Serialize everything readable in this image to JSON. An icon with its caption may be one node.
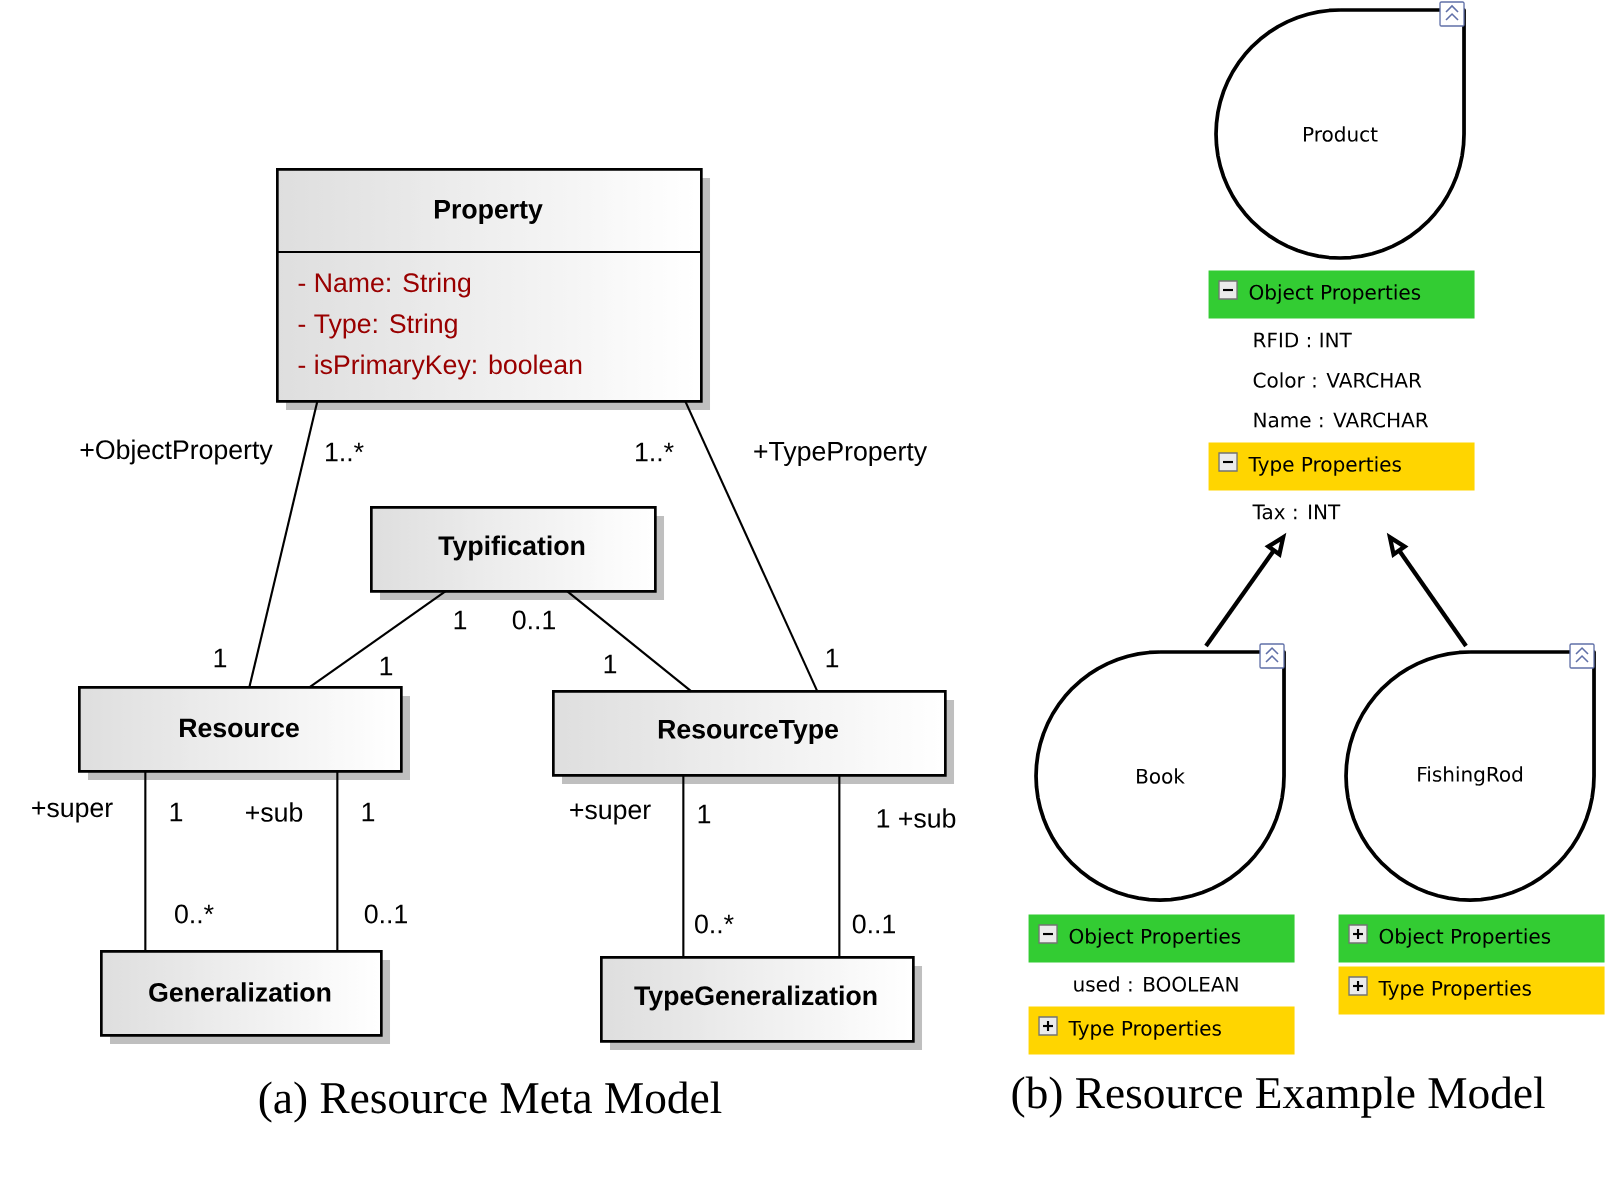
{
  "diagram": {
    "nodes": [
      {
        "text": [
          "Property",
          "- Name: String",
          "- Type: String",
          "- isPrimaryKey: boolean"
        ]
      },
      {
        "text": [
          "Typification"
        ]
      },
      {
        "text": [
          "Resource"
        ]
      },
      {
        "text": [
          "ResourceType"
        ]
      },
      {
        "text": [
          "Generalization"
        ]
      },
      {
        "text": [
          "TypeGeneralization"
        ]
      },
      {
        "text": [
          "Product"
        ]
      },
      {
        "text": [
          "Object Properties"
        ],
        "beside": [
          "RFID : INT",
          "Color : VARCHAR",
          "Name : VARCHAR"
        ]
      },
      {
        "text": [
          "Type Properties"
        ],
        "beside": [
          "Tax : INT"
        ]
      },
      {
        "text": [
          "Book"
        ]
      },
      {
        "text": [
          "Object Properties"
        ],
        "beside": [
          "used : BOOLEAN"
        ]
      },
      {
        "text": [
          "Type Properties"
        ]
      },
      {
        "text": [
          "FishingRod"
        ]
      },
      {
        "text": [
          "Object Properties"
        ]
      },
      {
        "text": [
          "Type Properties"
        ]
      }
    ],
    "edges": [
      {
        "from": 0,
        "to": 2,
        "arrow": "none"
      },
      {
        "from": 0,
        "to": 3,
        "arrow": "none"
      },
      {
        "from": 1,
        "to": 2,
        "arrow": "none"
      },
      {
        "from": 1,
        "to": 3,
        "arrow": "none"
      },
      {
        "from": 2,
        "to": 4,
        "arrow": "none"
      },
      {
        "from": 2,
        "to": 4,
        "arrow": "none"
      },
      {
        "from": 3,
        "to": 5,
        "arrow": "none"
      },
      {
        "from": 3,
        "to": 5,
        "arrow": "none"
      },
      {
        "from": 9,
        "to": 8,
        "arrow": "to"
      },
      {
        "from": 12,
        "to": 8,
        "arrow": "to"
      }
    ],
    "labels": [
      "+ObjectProperty",
      "1..*",
      "1..*",
      "+TypeProperty",
      "1",
      "0..1",
      "1",
      "1",
      "1",
      "1",
      "+super",
      "1",
      "+sub",
      "1",
      "+super",
      "1",
      "1 +sub",
      "0..*",
      "0..1",
      "0..*",
      "0..1",
      "(a) Resource Meta Model",
      "(b) Resource Example Model"
    ]
  }
}
